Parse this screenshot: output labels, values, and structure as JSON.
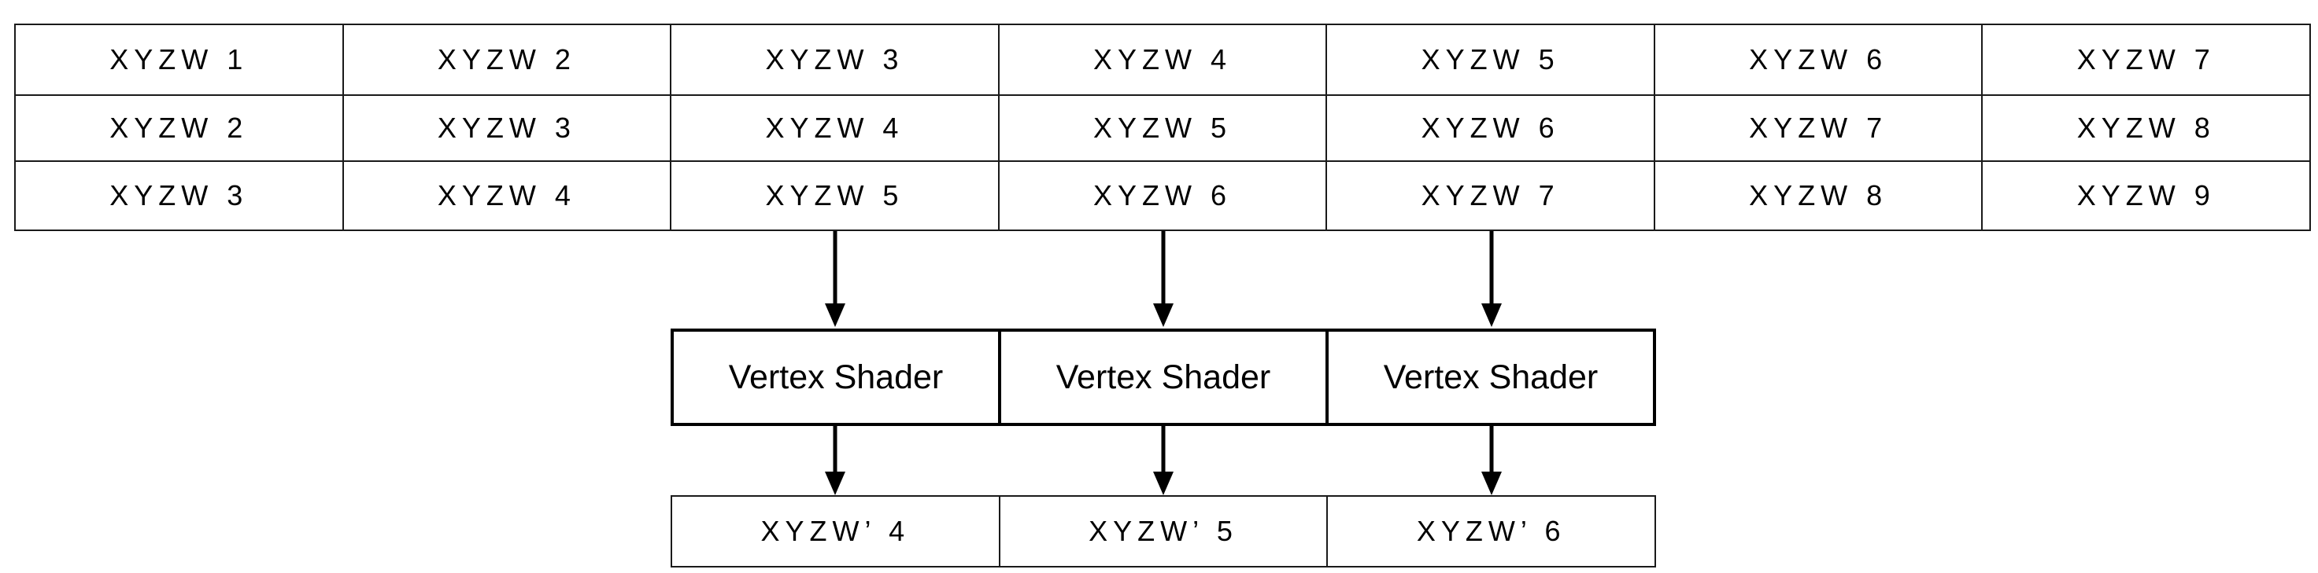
{
  "input_table": {
    "rows": [
      [
        "XYZW 1",
        "XYZW 2",
        "XYZW 3",
        "XYZW 4",
        "XYZW 5",
        "XYZW 6",
        "XYZW 7"
      ],
      [
        "XYZW 2",
        "XYZW 3",
        "XYZW 4",
        "XYZW 5",
        "XYZW 6",
        "XYZW 7",
        "XYZW 8"
      ],
      [
        "XYZW 3",
        "XYZW 4",
        "XYZW 5",
        "XYZW 6",
        "XYZW 7",
        "XYZW 8",
        "XYZW 9"
      ]
    ]
  },
  "shaders": [
    "Vertex Shader",
    "Vertex Shader",
    "Vertex Shader"
  ],
  "outputs": [
    "XYZW’ 4",
    "XYZW’ 5",
    "XYZW’ 6"
  ]
}
